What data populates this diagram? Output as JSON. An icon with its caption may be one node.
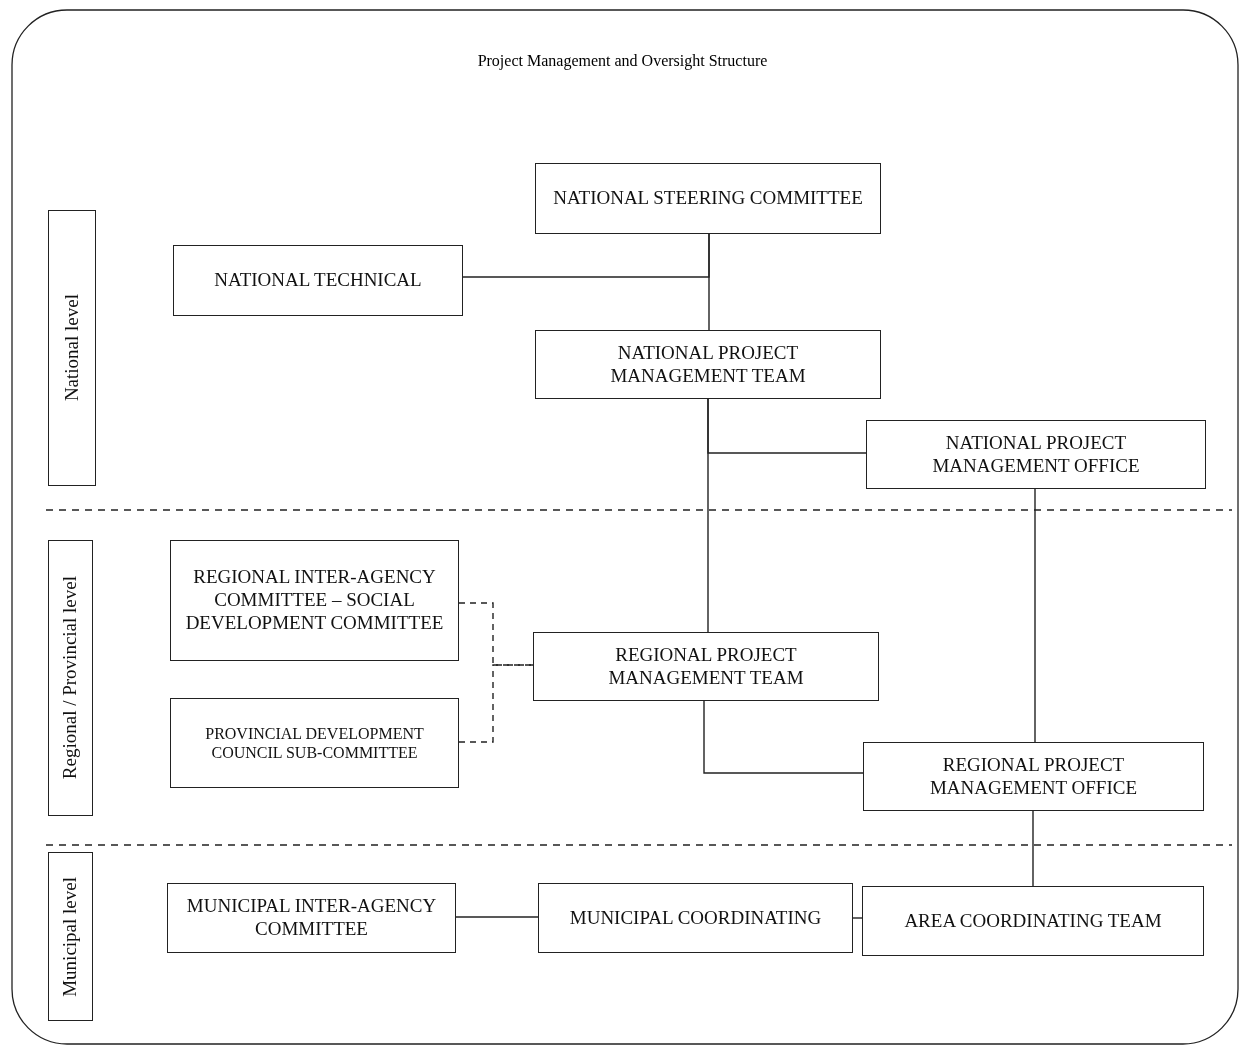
{
  "diagram": {
    "title": "Project Management and Oversight Structure",
    "nodes": [
      {
        "text": [
          "NATIONAL STEERING COMMITTEE"
        ]
      },
      {
        "text": [
          "National level"
        ]
      },
      {
        "text": [
          "NATIONAL TECHNICAL"
        ]
      },
      {
        "text": [
          "NATIONAL PROJECT MANAGEMENT TEAM"
        ]
      },
      {
        "text": [
          "NATIONAL PROJECT MANAGEMENT OFFICE"
        ]
      },
      {
        "text": [
          "Regional / Provincial level"
        ]
      },
      {
        "text": [
          "REGIONAL INTER-AGENCY COMMITTEE – SOCIAL DEVELOPMENT COMMITTEE"
        ]
      },
      {
        "text": [
          "REGIONAL PROJECT MANAGEMENT TEAM"
        ]
      },
      {
        "text": [
          "PROVINCIAL DEVELOPMENT COUNCIL SUB-COMMITTEE"
        ]
      },
      {
        "text": [
          "REGIONAL PROJECT MANAGEMENT OFFICE"
        ]
      },
      {
        "text": [
          "Municipal level"
        ]
      },
      {
        "text": [
          "MUNICIPAL INTER-AGENCY COMMITTEE"
        ]
      },
      {
        "text": [
          "MUNICIPAL COORDINATING"
        ]
      },
      {
        "text": [
          "AREA COORDINATING TEAM"
        ]
      }
    ],
    "edges": [
      {
        "from": 0,
        "to": 3,
        "arrow": "none"
      },
      {
        "from": 0,
        "to": 2,
        "arrow": "none"
      },
      {
        "from": 3,
        "to": 7,
        "arrow": "none"
      },
      {
        "from": 3,
        "to": 4,
        "arrow": "none"
      },
      {
        "from": 4,
        "to": 9,
        "arrow": "none"
      },
      {
        "from": 7,
        "to": 9,
        "arrow": "none"
      },
      {
        "from": 9,
        "to": 13,
        "arrow": "none"
      },
      {
        "from": 6,
        "to": 7,
        "arrow": "none",
        "style": "dashed"
      },
      {
        "from": 8,
        "to": 7,
        "arrow": "none",
        "style": "dashed"
      },
      {
        "from": 11,
        "to": 12,
        "arrow": "none"
      },
      {
        "from": 12,
        "to": 13,
        "arrow": "none"
      }
    ]
  }
}
